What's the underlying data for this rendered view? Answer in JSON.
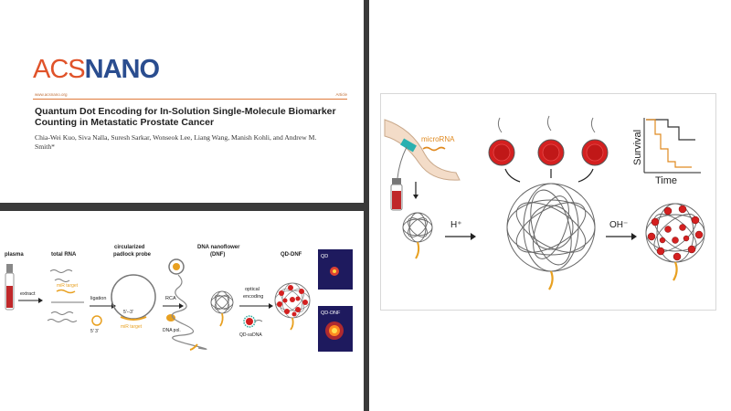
{
  "header": {
    "logo_acs": "ACS",
    "logo_nano": "NANO",
    "url": "www.acsnano.org",
    "article_type": "Article",
    "title": "Quantum Dot Encoding for In-Solution Single-Molecule Biomarker Counting in Metastatic Prostate Cancer",
    "authors": "Chia-Wei Kuo, Siva Nalla, Suresh Sarkar, Wonseok Lee, Liang Wang, Manish Kohli, and Andrew M. Smith*"
  },
  "scheme": {
    "plasma": "plasma",
    "extract": "extract",
    "total_rna": "total RNA",
    "mir_target_1": "miR target",
    "ligation": "ligation",
    "circ_probe_line1": "circularized",
    "circ_probe_line2": "padlock probe",
    "ends_label": "5'--3'",
    "mir_target_2": "miR target",
    "five_three": "5'  3'",
    "rca": "RCA",
    "dna_pol": "DNA pol.",
    "dnf_line1": "DNA nanoflower",
    "dnf_line2": "(DNF)",
    "optical_line1": "optical",
    "optical_line2": "encoding",
    "qd_ssdna": "QD-ssDNA",
    "qd_dnf": "QD-DNF",
    "inset_qd": "QD",
    "inset_qd_dnf": "QD-DNF"
  },
  "toc": {
    "microrna": "microRNA",
    "h_plus": "H⁺",
    "oh_minus": "OH⁻",
    "survival": "Survival",
    "time": "Time"
  },
  "colors": {
    "acs_orange": "#e0532a",
    "nano_blue": "#2a4d8f",
    "qd_red": "#d42020",
    "strand_orange": "#e8a020",
    "background": "#3a3a3a"
  }
}
